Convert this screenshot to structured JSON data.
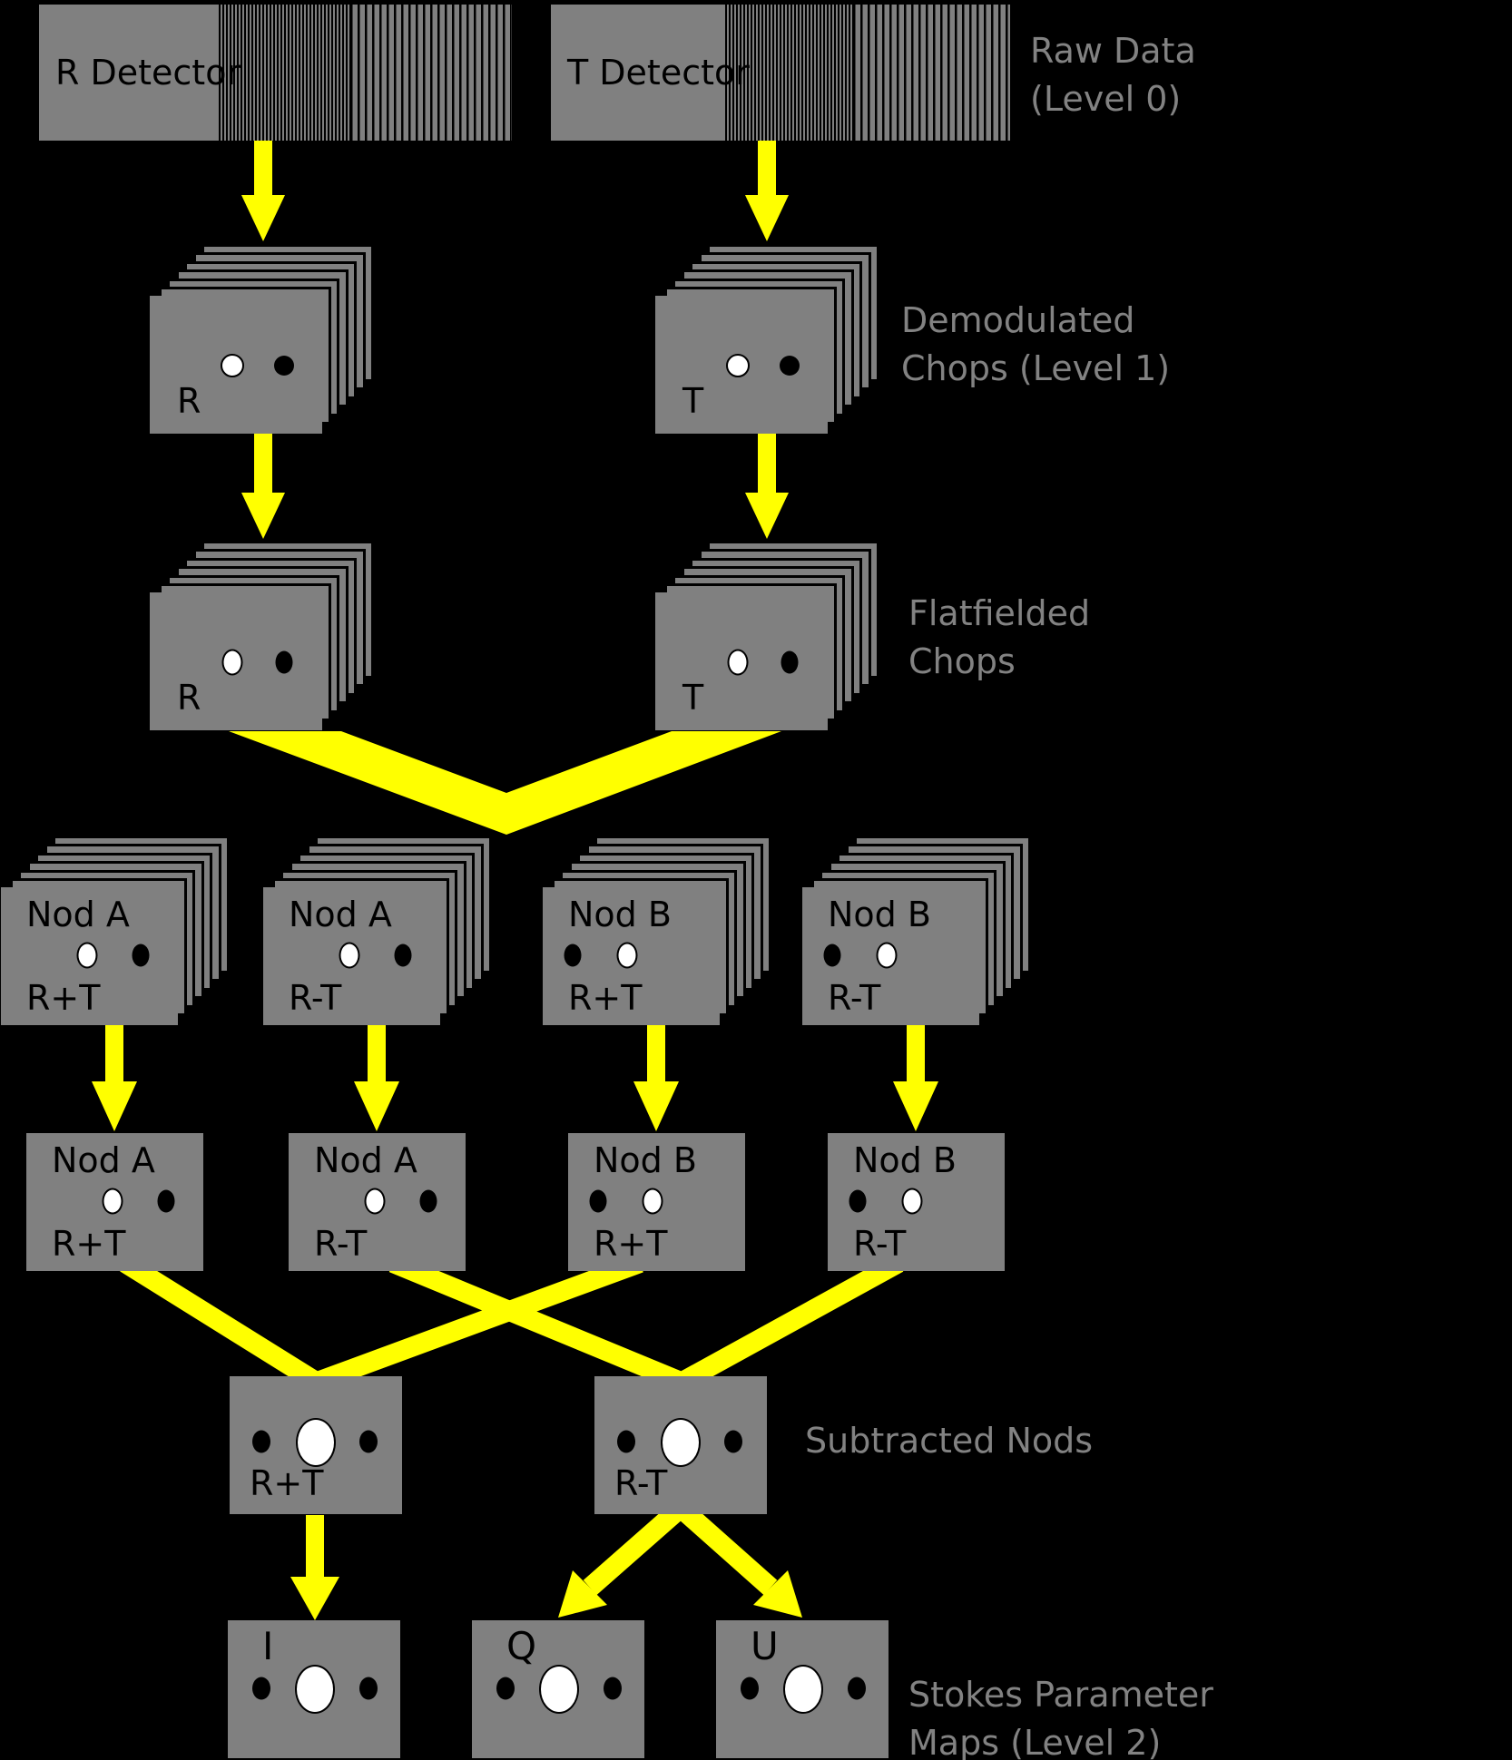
{
  "colors": {
    "background": "#000000",
    "card_gray": "#808080",
    "arrow_yellow": "#ffff00",
    "label_gray": "#828282",
    "card_text": "#000000"
  },
  "detectors": {
    "r": "R Detector",
    "t": "T Detector"
  },
  "stage_labels": {
    "raw": [
      "Raw Data",
      "(Level 0)"
    ],
    "demodulated": [
      "Demodulated",
      "Chops (Level 1)"
    ],
    "flatfielded": [
      "Flatfielded",
      "Chops"
    ],
    "subtracted": [
      "Subtracted Nods"
    ],
    "stokes": [
      "Stokes Parameter",
      "Maps (Level 2)"
    ]
  },
  "demod_stacks": {
    "r": {
      "label": "R",
      "dots": [
        "white",
        "black"
      ]
    },
    "t": {
      "label": "T",
      "dots": [
        "white",
        "black"
      ]
    }
  },
  "flat_stacks": {
    "r": {
      "label": "R",
      "dots": [
        "white",
        "black"
      ]
    },
    "t": {
      "label": "T",
      "dots": [
        "white",
        "black"
      ]
    }
  },
  "nod_stacks": [
    {
      "title": "Nod A",
      "formula": "R+T",
      "dots": [
        "white",
        "black"
      ]
    },
    {
      "title": "Nod A",
      "formula": "R-T",
      "dots": [
        "white",
        "black"
      ]
    },
    {
      "title": "Nod B",
      "formula": "R+T",
      "dots": [
        "black",
        "white"
      ]
    },
    {
      "title": "Nod B",
      "formula": "R-T",
      "dots": [
        "black",
        "white"
      ]
    }
  ],
  "nod_cards": [
    {
      "title": "Nod A",
      "formula": "R+T",
      "dots": [
        "white",
        "black"
      ]
    },
    {
      "title": "Nod A",
      "formula": "R-T",
      "dots": [
        "white",
        "black"
      ]
    },
    {
      "title": "Nod B",
      "formula": "R+T",
      "dots": [
        "black",
        "white"
      ]
    },
    {
      "title": "Nod B",
      "formula": "R-T",
      "dots": [
        "black",
        "white"
      ]
    }
  ],
  "subtracted_cards": [
    {
      "formula": "R+T",
      "dots": [
        "black",
        "white-large",
        "black"
      ]
    },
    {
      "formula": "R-T",
      "dots": [
        "black",
        "white-large",
        "black"
      ]
    }
  ],
  "stokes_cards": [
    {
      "label": "I",
      "dots": [
        "black",
        "white-large",
        "black"
      ]
    },
    {
      "label": "Q",
      "dots": [
        "black",
        "white-large",
        "black"
      ]
    },
    {
      "label": "U",
      "dots": [
        "black",
        "white-large",
        "black"
      ]
    }
  ]
}
